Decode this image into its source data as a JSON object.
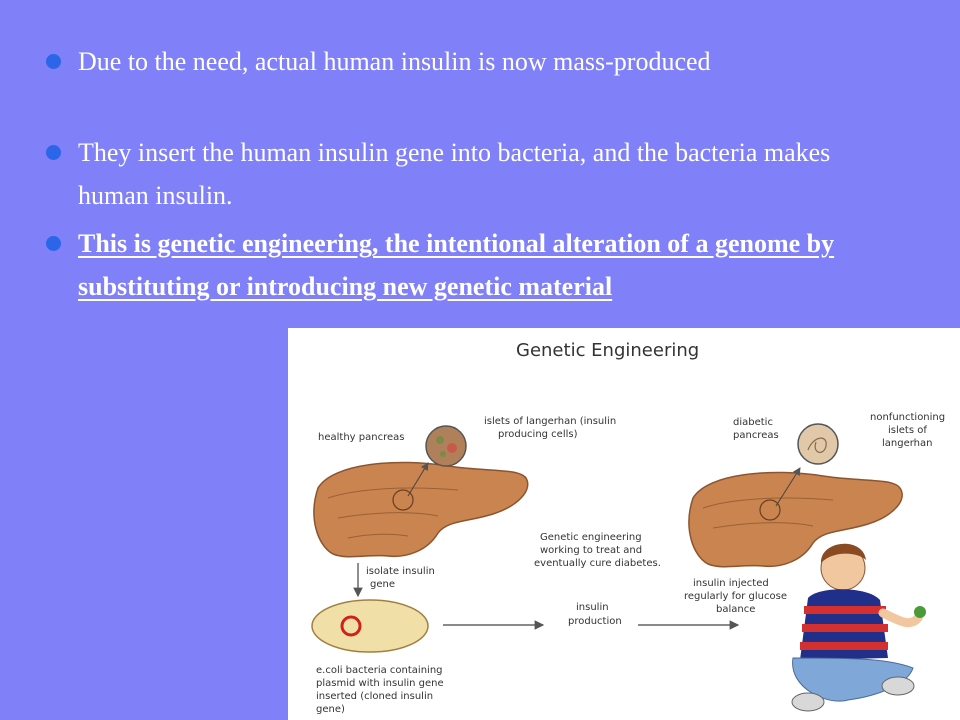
{
  "bullets": [
    {
      "text": "Due to the need, actual human insulin is now mass-produced"
    },
    {
      "text": "They insert the human insulin gene into bacteria, and the bacteria makes human insulin."
    },
    {
      "text": "This is genetic engineering, the intentional alteration of a genome by substituting or introducing new genetic material"
    }
  ],
  "figure": {
    "title": "Genetic Engineering",
    "labels": {
      "healthy_pancreas": "healthy pancreas",
      "islets_1": "islets of langerhan (insulin",
      "islets_2": "producing cells)",
      "diabetic_1": "diabetic",
      "diabetic_2": "pancreas",
      "nonfunc_1": "nonfunctioning",
      "nonfunc_2": "islets of",
      "nonfunc_3": "langerhan",
      "ge_1": "Genetic engineering",
      "ge_2": "working to treat and",
      "ge_3": "eventually  cure diabetes.",
      "isolate_1": "isolate insulin",
      "isolate_2": "gene",
      "injected_1": "insulin injected",
      "injected_2": "regularly for glucose",
      "injected_3": "balance",
      "production_1": "insulin",
      "production_2": "production",
      "ecoli_1": "e.coli bacteria containing",
      "ecoli_2": "plasmid with insulin gene",
      "ecoli_3": "inserted (cloned insulin",
      "ecoli_4": "gene)"
    }
  },
  "colors": {
    "background": "#8080f8",
    "bullet": "#2c66e8",
    "text": "#ffffff"
  }
}
